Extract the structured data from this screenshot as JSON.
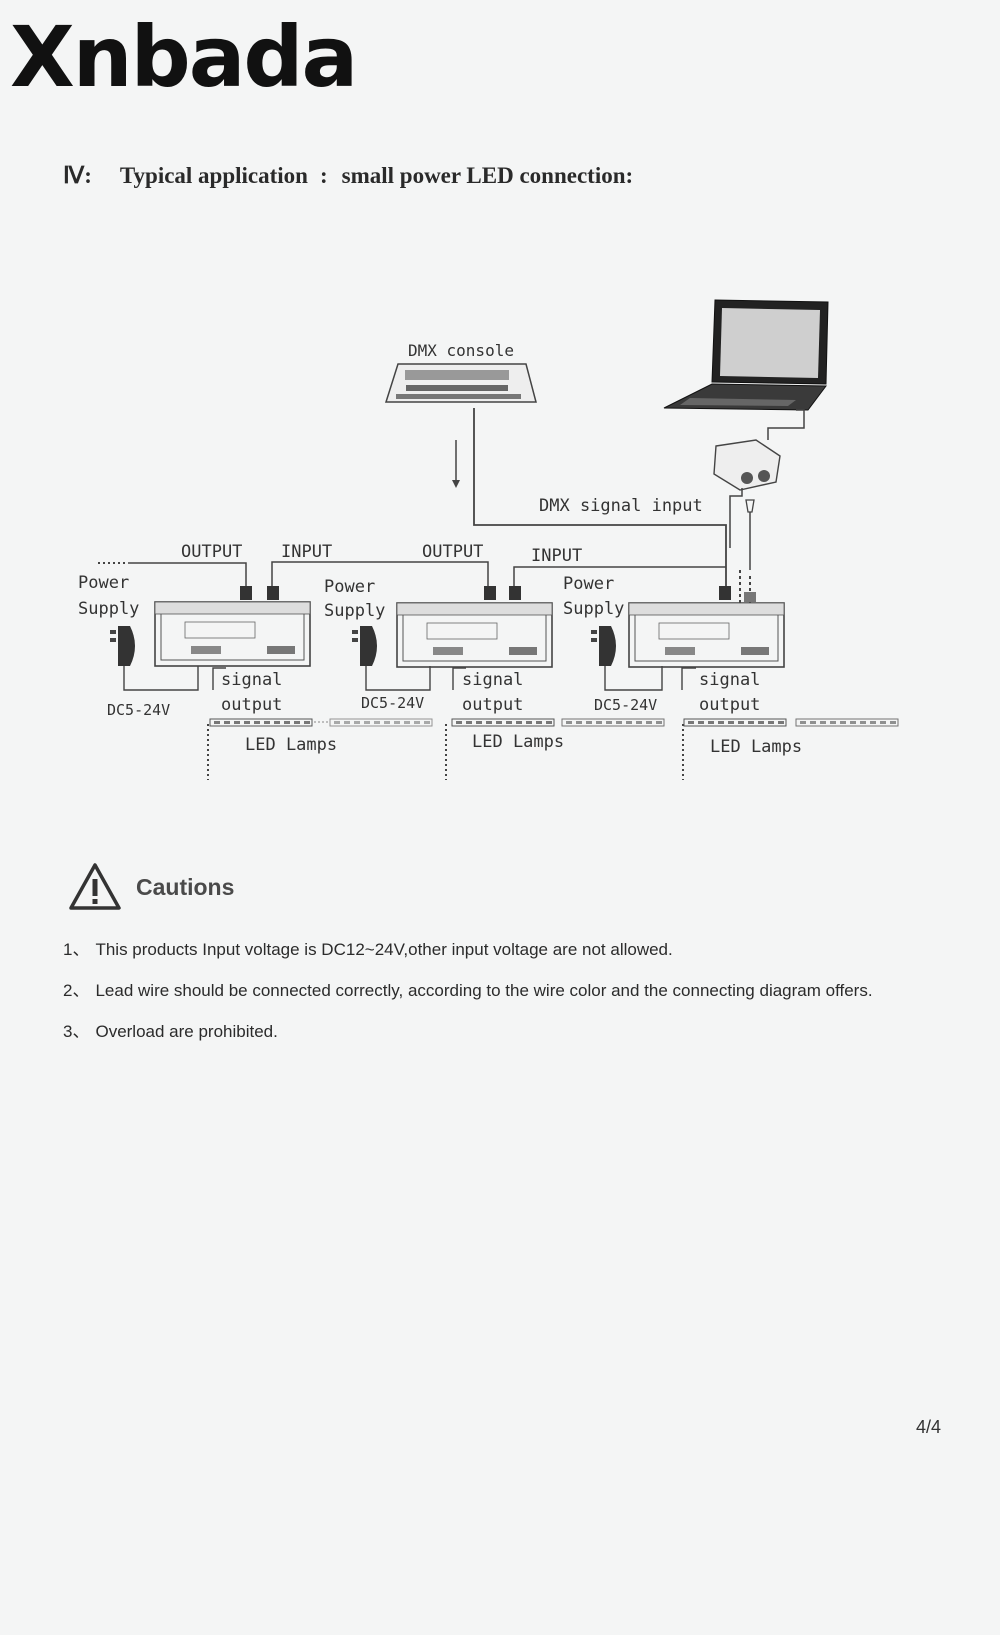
{
  "brand": "Xnbada",
  "section": {
    "number": "Ⅳ:",
    "title": "Typical application",
    "separator": ":",
    "subtitle": "small power LED connection:"
  },
  "diagram": {
    "dmx_console": "DMX console",
    "dmx_signal_input": "DMX signal input",
    "labels": {
      "output_1": "OUTPUT",
      "input_1": "INPUT",
      "output_2": "OUTPUT",
      "input_2": "INPUT",
      "power_1": "Power",
      "supply_1": "Supply",
      "power_2": "Power",
      "supply_2": "Supply",
      "power_3": "Power",
      "supply_3": "Supply",
      "voltage_1": "DC5-24V",
      "voltage_2": "DC5-24V",
      "voltage_3": "DC5-24V",
      "signal_1": "signal",
      "output_text_1": "output",
      "signal_2": "signal",
      "output_text_2": "output",
      "signal_3": "signal",
      "output_text_3": "output",
      "led_1": "LED Lamps",
      "led_2": "LED Lamps",
      "led_3": "LED Lamps"
    }
  },
  "cautions": {
    "title": "Cautions",
    "items": [
      {
        "num": "1、",
        "text": "This products Input voltage is DC12~24V,other input voltage are not allowed."
      },
      {
        "num": "2、",
        "text": "Lead wire should be connected correctly, according to the wire color and the connecting diagram offers."
      },
      {
        "num": "3、",
        "text": "Overload are prohibited."
      }
    ]
  },
  "page_number": "4/4",
  "colors": {
    "background": "#f4f5f5",
    "ink": "#333333"
  },
  "icons": [
    "warning-triangle-icon",
    "laptop-icon",
    "dmx-console-icon",
    "usb-dmx-adapter-icon",
    "power-adapter-icon",
    "decoder-icon"
  ]
}
